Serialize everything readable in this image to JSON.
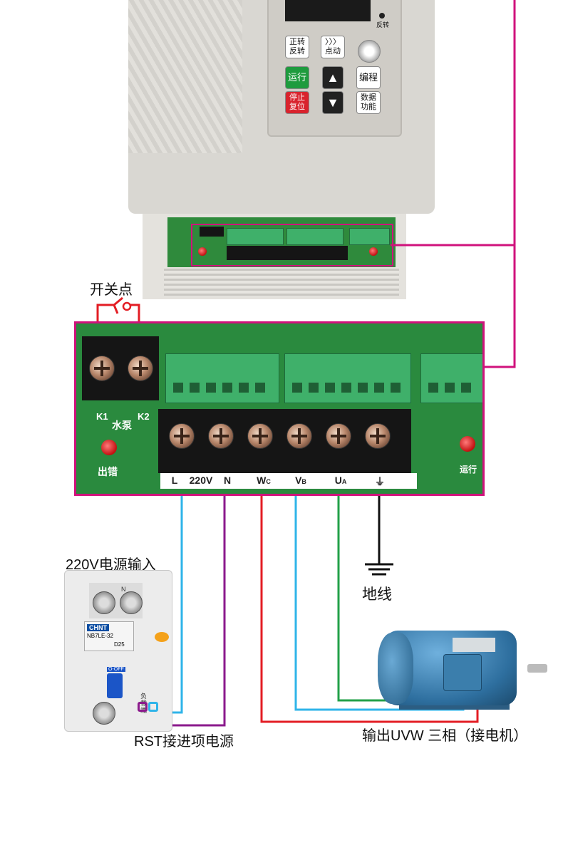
{
  "keypad": {
    "btn_fwd_rev_line1": "正转",
    "btn_fwd_rev_line2": "反转",
    "btn_jog_glyph": "〉〉〉",
    "btn_jog": "点动",
    "btn_run": "运行",
    "btn_stop_line1": "停止",
    "btn_stop_line2": "复位",
    "btn_up_glyph": "▲",
    "btn_down_glyph": "▼",
    "btn_program": "编程",
    "btn_data_line1": "数据",
    "btn_data_line2": "功能",
    "indicator_reverse": "反转"
  },
  "labels": {
    "switch_point": "开关点",
    "power_input": "220V电源输入",
    "ground": "地线",
    "rst_input": "RST接进项电源",
    "output_uvw": "输出UVW 三相（接电机）"
  },
  "pcb": {
    "k1": "K1",
    "k2": "K2",
    "water_pump": "水泵",
    "error": "出错",
    "run": "运行"
  },
  "terminals": {
    "l": "L",
    "voltage": "220V",
    "n": "N",
    "w": "W",
    "w_sub": "C",
    "v": "V",
    "v_sub": "B",
    "u": "U",
    "u_sub": "A",
    "earth_glyph": "⏚"
  },
  "breaker": {
    "brand": "CHNT",
    "model": "NB7LE-32",
    "rating": "D25",
    "handle_label": "O-OFF",
    "terminal_n": "N",
    "load_side_label": "负载端"
  },
  "colors": {
    "highlight_frame": "#d0127c",
    "wire_l": "#2fb4e9",
    "wire_n": "#8b1a8c",
    "wire_w": "#e31d24",
    "wire_v": "#2fb4e9",
    "wire_u": "#22a048",
    "wire_ground": "#111111"
  }
}
